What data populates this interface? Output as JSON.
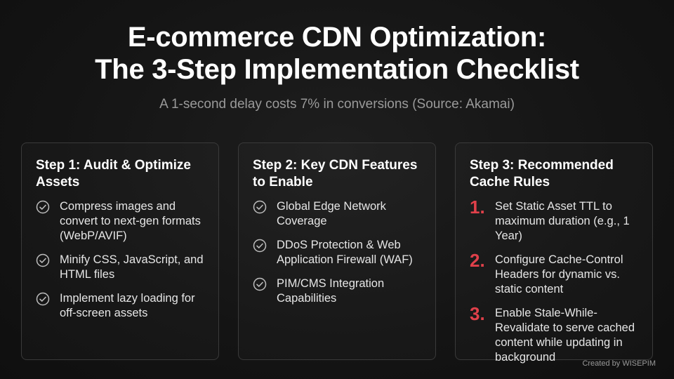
{
  "title": {
    "line1": "E-commerce CDN Optimization:",
    "line2": "The 3-Step Implementation Checklist"
  },
  "subtitle": "A 1-second delay costs 7% in conversions (Source: Akamai)",
  "steps": [
    {
      "title": "Step 1: Audit & Optimize Assets",
      "icon": "check-circle-icon",
      "items": [
        "Compress images and convert to next-gen formats (WebP/AVIF)",
        "Minify CSS, JavaScript, and HTML files",
        "Implement lazy loading for off-screen assets"
      ]
    },
    {
      "title": "Step 2: Key CDN Features to Enable",
      "icon": "check-circle-icon",
      "items": [
        "Global Edge Network Coverage",
        "DDoS Protection & Web Application Firewall (WAF)",
        "PIM/CMS Integration Capabilities"
      ]
    },
    {
      "title": "Step 3: Recommended Cache Rules",
      "numbers": [
        "1.",
        "2.",
        "3."
      ],
      "items": [
        "Set Static Asset TTL to maximum duration (e.g., 1 Year)",
        "Configure Cache-Control Headers for dynamic vs. static content",
        "Enable Stale-While-Revalidate to serve cached content while updating in background"
      ]
    }
  ],
  "credit": "Created by WISEPIM",
  "colors": {
    "background": "#141414",
    "accent_red": "#e0404a",
    "subtitle_gray": "#9a9a9a",
    "card_border": "#3a3a3a"
  }
}
